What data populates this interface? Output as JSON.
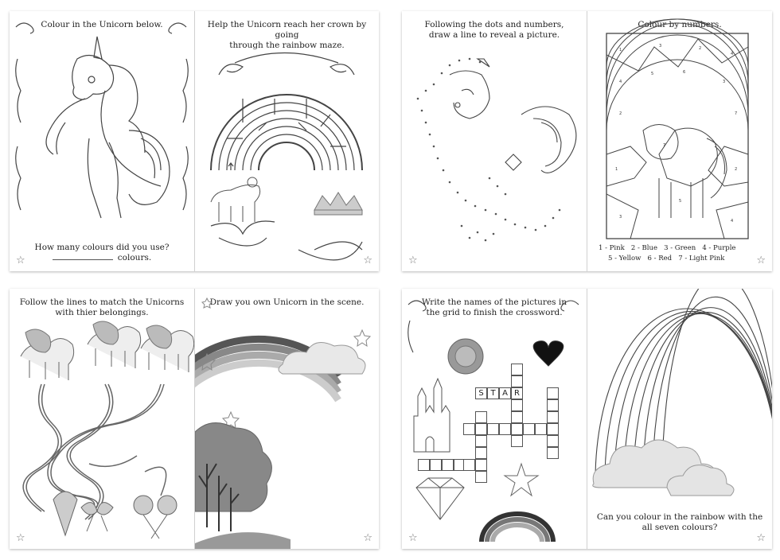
{
  "star_glyph": "☆",
  "spreads": [
    {
      "left": {
        "title": "Colour in the Unicorn below.",
        "footer": "How many colours did you use?",
        "footer_suffix": "colours."
      },
      "right": {
        "title_lines": [
          "Help the Unicorn reach her crown by going",
          "through the rainbow maze."
        ]
      }
    },
    {
      "left": {
        "title_lines": [
          "Following the dots and numbers,",
          "draw a line to reveal a picture."
        ]
      },
      "right": {
        "title": "Colour by numbers.",
        "legend_row1": [
          "1 - Pink",
          "2 - Blue",
          "3 - Green",
          "4 - Purple"
        ],
        "legend_row2": [
          "5 - Yellow",
          "6 - Red",
          "7 - Light Pink"
        ]
      }
    },
    {
      "left": {
        "title_lines": [
          "Follow the lines to match the Unicorns",
          "with thier belongings."
        ]
      },
      "right": {
        "title": "Draw you own Unicorn in the scene."
      }
    },
    {
      "left": {
        "title_lines": [
          "Write the names of the pictures in",
          "the grid to finish the crossword."
        ],
        "crossword_word": [
          "S",
          "T",
          "A",
          "R"
        ]
      },
      "right": {
        "footer_lines": [
          "Can you colour in the rainbow with the",
          "all seven colours?"
        ]
      }
    }
  ]
}
